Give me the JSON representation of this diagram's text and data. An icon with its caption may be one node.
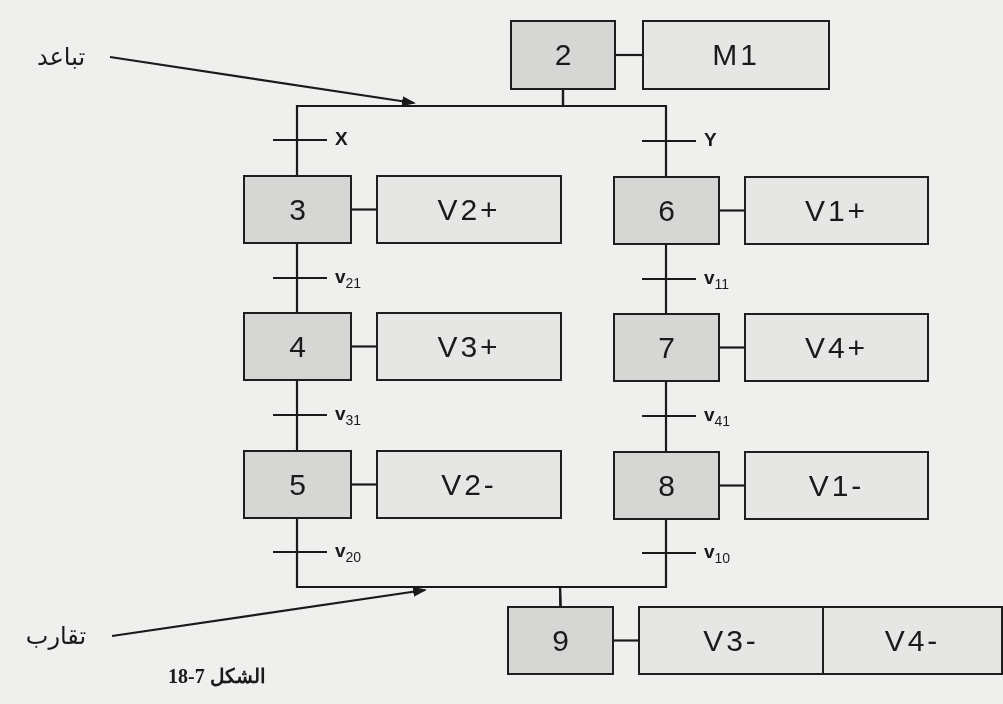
{
  "diagram": {
    "caption": "الشكل 7-18",
    "nodes": [
      {
        "text": [
          "2"
        ]
      },
      {
        "text": [
          "M1"
        ]
      },
      {
        "text": [
          "3"
        ]
      },
      {
        "text": [
          "V2+"
        ]
      },
      {
        "text": [
          "6"
        ]
      },
      {
        "text": [
          "V1+"
        ]
      },
      {
        "text": [
          "4"
        ]
      },
      {
        "text": [
          "V3+"
        ]
      },
      {
        "text": [
          "7"
        ]
      },
      {
        "text": [
          "V4+"
        ]
      },
      {
        "text": [
          "5"
        ]
      },
      {
        "text": [
          "V2-"
        ]
      },
      {
        "text": [
          "8"
        ]
      },
      {
        "text": [
          "V1-"
        ]
      },
      {
        "text": [
          "9"
        ]
      },
      {
        "text": [
          "V3-"
        ]
      },
      {
        "text": [
          "V4-"
        ]
      },
      {
        "text": [
          "تباعد"
        ]
      },
      {
        "text": [
          "تقارب"
        ]
      }
    ],
    "edges": [
      {
        "from": 0,
        "to": 1,
        "arrow": "none"
      },
      {
        "from": 0,
        "to": 2,
        "arrow": "none",
        "label": "X"
      },
      {
        "from": 0,
        "to": 4,
        "arrow": "none",
        "label": "Y"
      },
      {
        "from": 2,
        "to": 3,
        "arrow": "none"
      },
      {
        "from": 4,
        "to": 5,
        "arrow": "none"
      },
      {
        "from": 2,
        "to": 6,
        "arrow": "none",
        "label": "v$_{21}$"
      },
      {
        "from": 4,
        "to": 8,
        "arrow": "none",
        "label": "v$_{11}$"
      },
      {
        "from": 6,
        "to": 7,
        "arrow": "none"
      },
      {
        "from": 8,
        "to": 9,
        "arrow": "none"
      },
      {
        "from": 6,
        "to": 10,
        "arrow": "none",
        "label": "v$_{31}$"
      },
      {
        "from": 8,
        "to": 12,
        "arrow": "none",
        "label": "v$_{41}$"
      },
      {
        "from": 10,
        "to": 11,
        "arrow": "none"
      },
      {
        "from": 12,
        "to": 13,
        "arrow": "none"
      },
      {
        "from": 10,
        "to": 14,
        "arrow": "none",
        "label": "v$_{20}$"
      },
      {
        "from": 12,
        "to": 14,
        "arrow": "none",
        "label": "v$_{10}$"
      },
      {
        "from": 14,
        "to": 15,
        "arrow": "none"
      },
      {
        "from": 17,
        "to": null,
        "arrow": "to"
      },
      {
        "from": 18,
        "to": null,
        "arrow": "to"
      }
    ]
  }
}
